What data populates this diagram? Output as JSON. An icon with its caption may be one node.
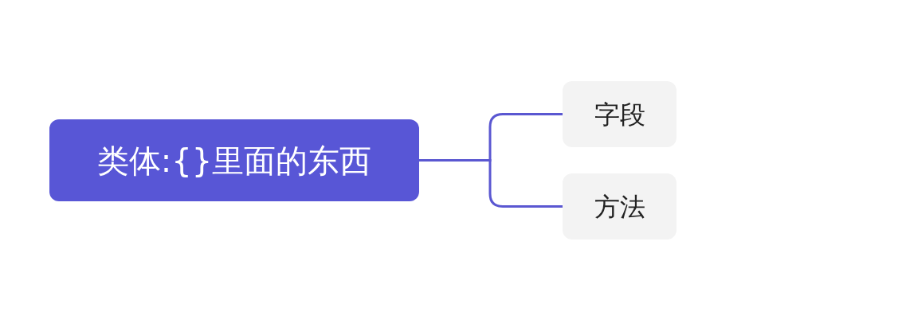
{
  "diagram": {
    "nodes": [
      {
        "text": [
          "类体:{}里面的东西"
        ]
      },
      {
        "text": [
          "字段"
        ]
      },
      {
        "text": [
          "方法"
        ]
      }
    ],
    "edges": [
      {
        "from": 0,
        "to": 1,
        "arrow": "none"
      },
      {
        "from": 0,
        "to": 2,
        "arrow": "none"
      }
    ]
  }
}
